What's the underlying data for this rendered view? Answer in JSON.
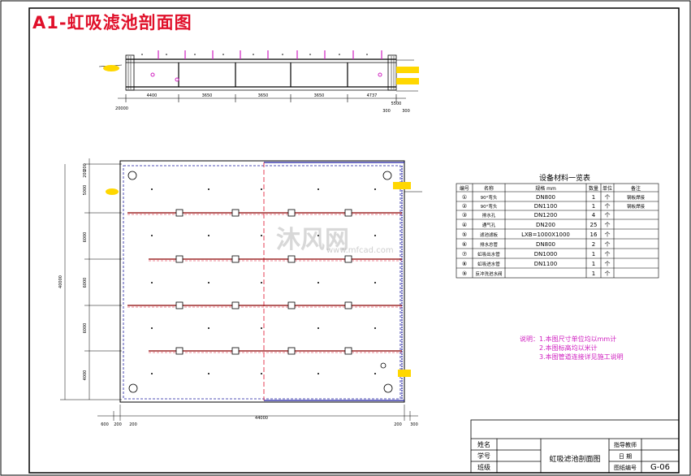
{
  "title": "A1-虹吸滤池剖面图",
  "watermark": {
    "brand": "沐风网",
    "url": "www.mfcad.com"
  },
  "colors": {
    "accent": "#e0102a",
    "notes": "#d020c0",
    "pipe": "#8b0000",
    "dash": "#e0102a",
    "highlight": "#ffd700"
  },
  "section": {
    "dims": [
      "4400",
      "3650",
      "3650",
      "3650",
      "4737"
    ],
    "left_dim": "20000",
    "right_dims": [
      "300",
      "5500",
      "300"
    ]
  },
  "plan": {
    "overall_width": "44000",
    "overall_height": "40000",
    "left_dims": [
      "200",
      "200",
      "5000",
      "6000",
      "6000",
      "6000",
      "4000"
    ],
    "bottom_dims": [
      "600",
      "200",
      "200",
      "200",
      "300"
    ]
  },
  "bom": {
    "title": "设备材料一览表",
    "headers": [
      "编号",
      "名称",
      "规格 mm",
      "数量",
      "单位",
      "备注"
    ],
    "rows": [
      [
        "①",
        "90°弯头",
        "DN800",
        "1",
        "个",
        "钢板焊接"
      ],
      [
        "②",
        "90°弯头",
        "DN1100",
        "1",
        "个",
        "钢板焊接"
      ],
      [
        "③",
        "排水孔",
        "DN1200",
        "4",
        "个",
        ""
      ],
      [
        "④",
        "通气孔",
        "DN200",
        "25",
        "个",
        ""
      ],
      [
        "⑤",
        "滤池滤板",
        "LXB=1000X1000",
        "16",
        "个",
        ""
      ],
      [
        "⑥",
        "排水总管",
        "DN800",
        "2",
        "个",
        ""
      ],
      [
        "⑦",
        "虹吸出水管",
        "DN1000",
        "1",
        "个",
        ""
      ],
      [
        "⑧",
        "虹吸进水管",
        "DN1100",
        "1",
        "个",
        ""
      ],
      [
        "⑨",
        "反冲洗进水阀",
        "",
        "1",
        "个",
        ""
      ]
    ]
  },
  "notes": {
    "heading": "说明：",
    "items": [
      "1.本图尺寸单位均以mm计",
      "2.本图标高均以米计",
      "3.本图管道连接详见施工说明"
    ]
  },
  "titleblock": {
    "drawing_name": "虹吸滤池剖面图",
    "role1": "指导教师",
    "role2": "日 期",
    "role3": "图纸编号",
    "drawing_no": "G-06",
    "f1": "姓名",
    "f2": "学号",
    "f3": "班级"
  }
}
